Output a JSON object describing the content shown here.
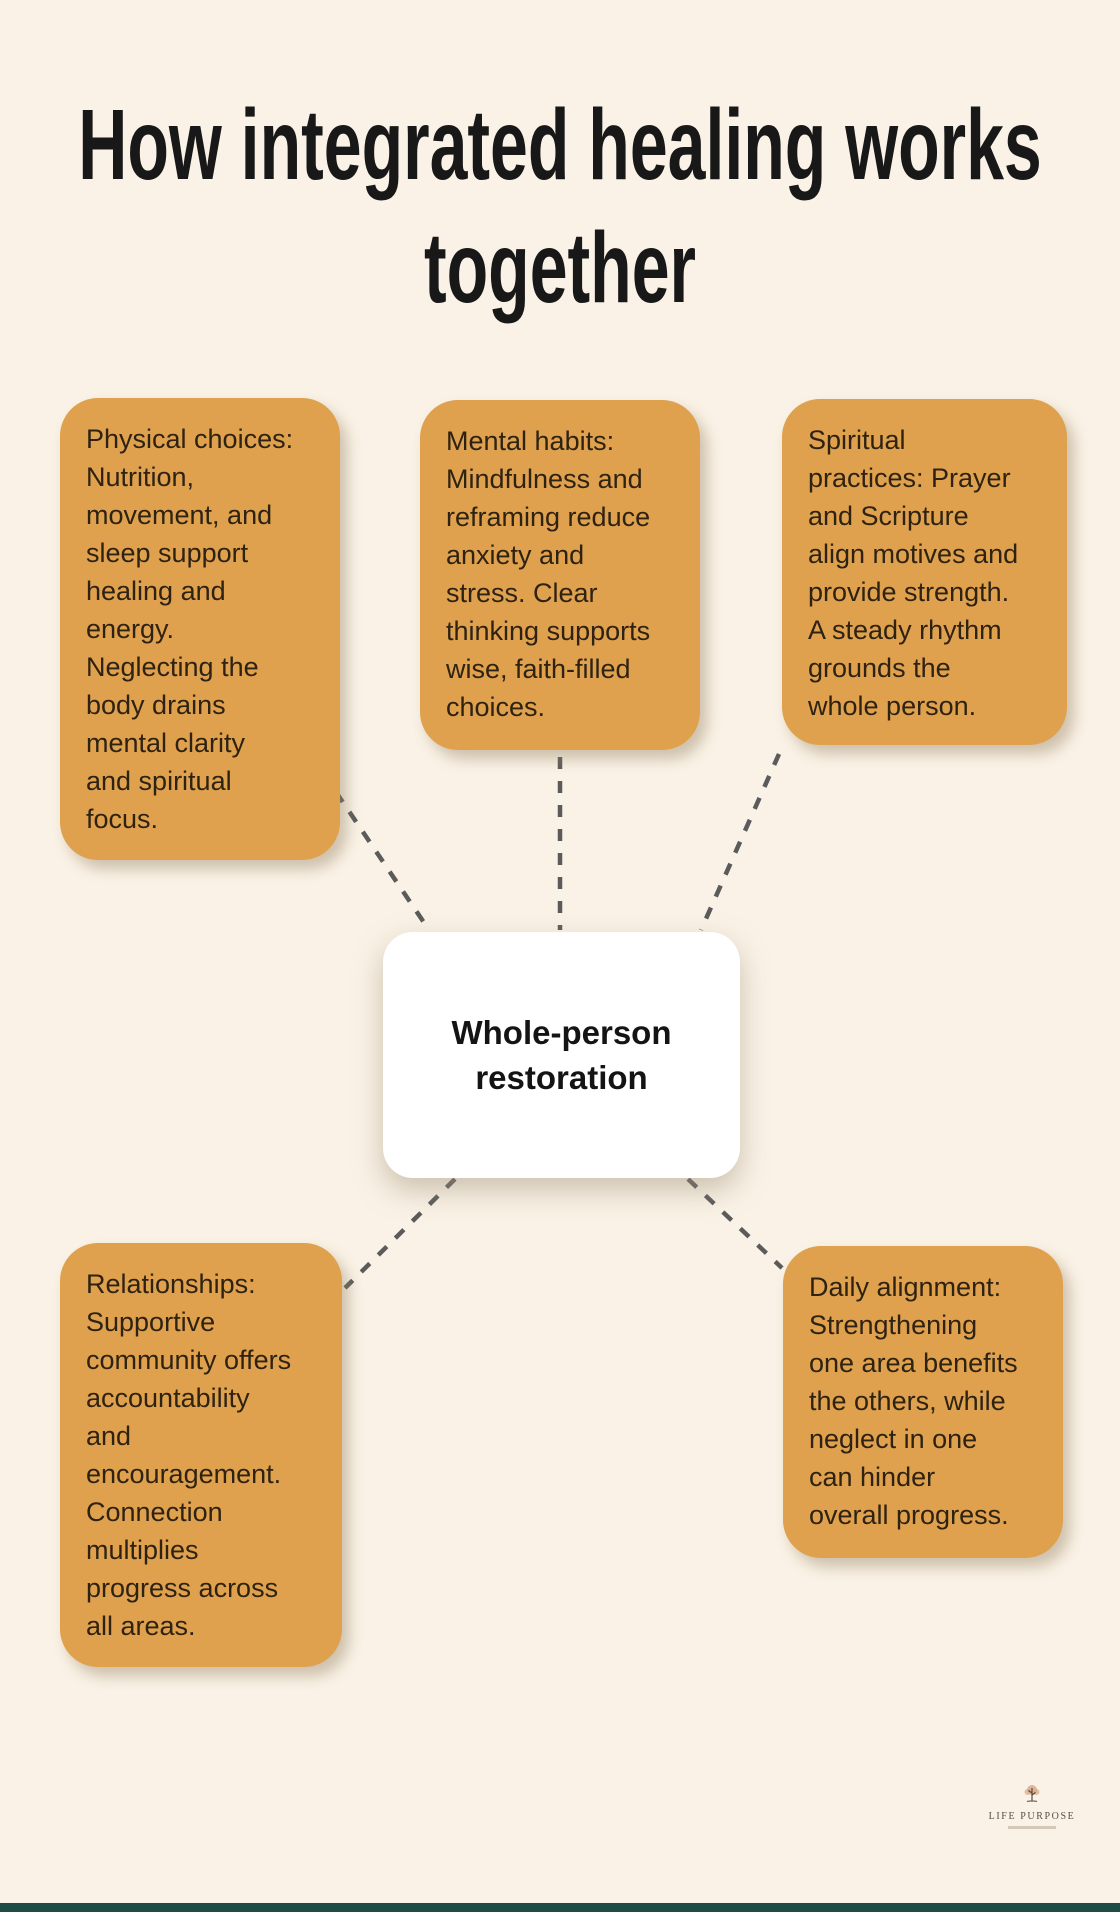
{
  "title": {
    "text": "How integrated healing works\ntogether"
  },
  "center_node": {
    "label": "Whole-person\nrestoration"
  },
  "nodes": [
    {
      "label": "Physical choices:\nNutrition,\nmovement, and\nsleep support\nhealing and\nenergy.\nNeglecting the\nbody drains\nmental clarity\nand spiritual\nfocus."
    },
    {
      "label": "Mental habits:\nMindfulness and\nreframing reduce\nanxiety and\nstress. Clear\nthinking supports\nwise, faith-filled\nchoices."
    },
    {
      "label": "Spiritual\npractices: Prayer\nand Scripture\nalign motives and\nprovide strength.\nA steady rhythm\ngrounds the\nwhole person."
    },
    {
      "label": "Relationships:\nSupportive\ncommunity offers\naccountability\nand\nencouragement.\nConnection\nmultiplies\nprogress across\nall areas."
    },
    {
      "label": "Daily alignment:\nStrengthening\none area benefits\nthe others, while\nneglect in one\ncan hinder\noverall progress."
    }
  ],
  "logo": {
    "brand": "LIFE PURPOSE"
  },
  "colors": {
    "background": "#FAF2E6",
    "node_fill": "#DFA14D",
    "node_text": "#2E2212",
    "title_text": "#181818",
    "center_fill": "#FFFFFF",
    "connector": "#5B5B5B",
    "footer_bar": "#1F4B45"
  }
}
